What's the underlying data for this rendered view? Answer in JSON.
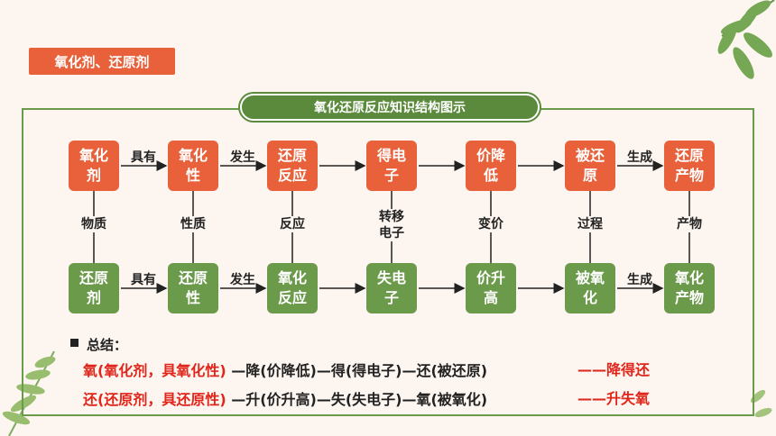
{
  "header": {
    "badge": "氧化剂、还原剂"
  },
  "diagram": {
    "title": "氧化还原反应知识结构图示",
    "top_row": [
      "氧化\n剂",
      "氧化\n性",
      "还原\n反应",
      "得电\n子",
      "价降\n低",
      "被还\n原",
      "还原\n产物"
    ],
    "bottom_row": [
      "还原\n剂",
      "还原\n性",
      "氧化\n反应",
      "失电\n子",
      "价升\n高",
      "被氧\n化",
      "氧化\n产物"
    ],
    "top_edges": [
      "具有",
      "发生",
      "",
      "",
      "",
      "生成"
    ],
    "bottom_edges": [
      "具有",
      "发生",
      "",
      "",
      "",
      "生成"
    ],
    "middle_labels": [
      "物质",
      "性质",
      "反应",
      "转移\n电子",
      "变价",
      "过程",
      "产物"
    ]
  },
  "summary": {
    "heading": "总结：",
    "line1_red": "氧(氧化剂，具氧化性)",
    "line1_dark": " —降(价降低)—得(得电子)—还(被还原)",
    "line1_mnemonic": "——降得还",
    "line2_red": "还(还原剂，具还原性)",
    "line2_dark": " —升(价升高)—失(失电子)—氧(被氧化)",
    "line2_mnemonic": "——升失氧"
  },
  "colors": {
    "accent_red": "#e8613a",
    "accent_green": "#6b9a4b",
    "text_red": "#e0261b"
  }
}
